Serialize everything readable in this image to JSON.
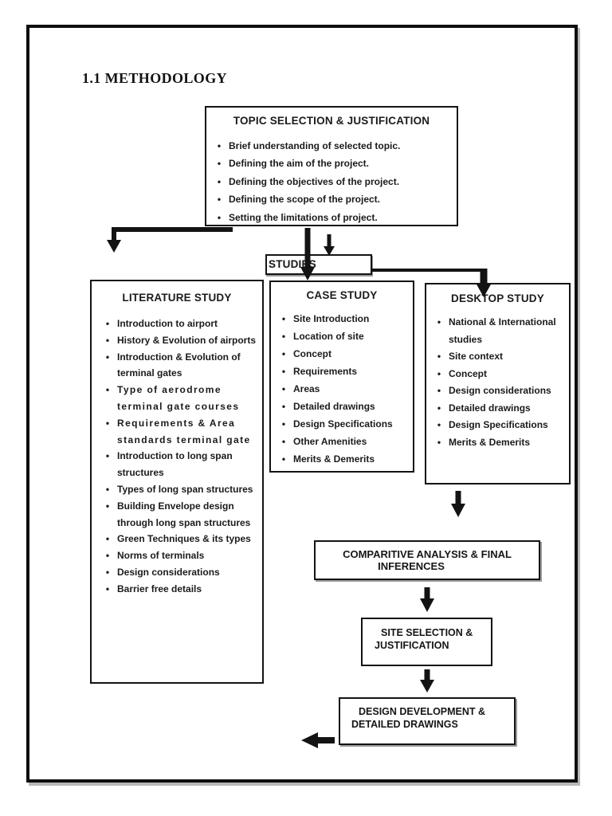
{
  "page": {
    "section_title": "1.1 METHODOLOGY"
  },
  "glyphs": {
    "bullet": "•"
  },
  "colors": {
    "ink": "#131313",
    "page_background": "#ffffff",
    "shadow_gray": "#9a9a9a"
  },
  "flowchart": {
    "topic": {
      "heading": "TOPIC SELECTION  & JUSTIFICATION",
      "items": [
        "Brief understanding of selected topic.",
        "Defining the aim of the project.",
        "Defining the objectives of the project.",
        "Defining the scope of the project.",
        "Setting the limitations of project."
      ]
    },
    "studies_label": "STUDIES",
    "literature": {
      "heading": "LITERATURE STUDY",
      "items": [
        "Introduction to airport",
        "History & Evolution of airports",
        "Introduction & Evolution of terminal gates",
        "Type of aerodrome terminal gate courses",
        "Requirements & Area standards terminal gate",
        "Introduction to long span structures",
        "Types of long span structures",
        "Building Envelope design through long span structures",
        "Green Techniques & its types",
        "Norms of terminals",
        "Design considerations",
        "Barrier free details"
      ]
    },
    "case_study": {
      "heading": "CASE STUDY",
      "items": [
        "Site Introduction",
        "Location of site",
        "Concept",
        "Requirements",
        "Areas",
        "Detailed drawings",
        "Design Specifications",
        "Other Amenities",
        "Merits & Demerits"
      ]
    },
    "desktop_study": {
      "heading": "DESKTOP STUDY",
      "items": [
        "National & International studies",
        "Site context",
        "Concept",
        "Design considerations",
        "Detailed drawings",
        "Design Specifications",
        "Merits & Demerits"
      ]
    },
    "comparative": {
      "line1": "COMPARITIVE ANALYSIS & FINAL",
      "line2": "INFERENCES"
    },
    "site_selection": {
      "line1": "SITE SELECTION &",
      "line2": "JUSTIFICATION"
    },
    "design_development": {
      "line1": "DESIGN DEVELOPMENT &",
      "line2": "DETAILED  DRAWINGS"
    }
  }
}
